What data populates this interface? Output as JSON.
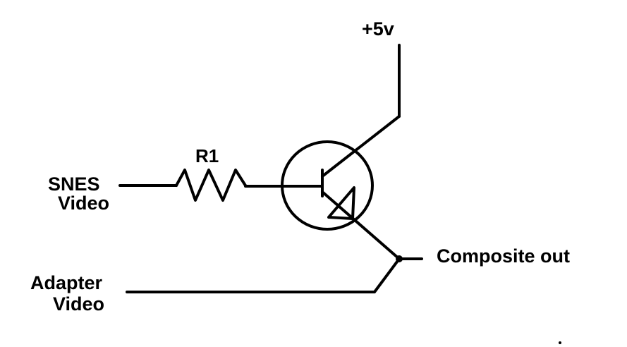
{
  "diagram": {
    "labels": {
      "supply": "+5v",
      "resistor": "R1",
      "snes_line1": "SNES",
      "snes_line2": "Video",
      "output": "Composite out",
      "adapter_line1": "Adapter",
      "adapter_line2": "Video"
    },
    "colors": {
      "wire": "#000000",
      "background": "#ffffff"
    }
  }
}
